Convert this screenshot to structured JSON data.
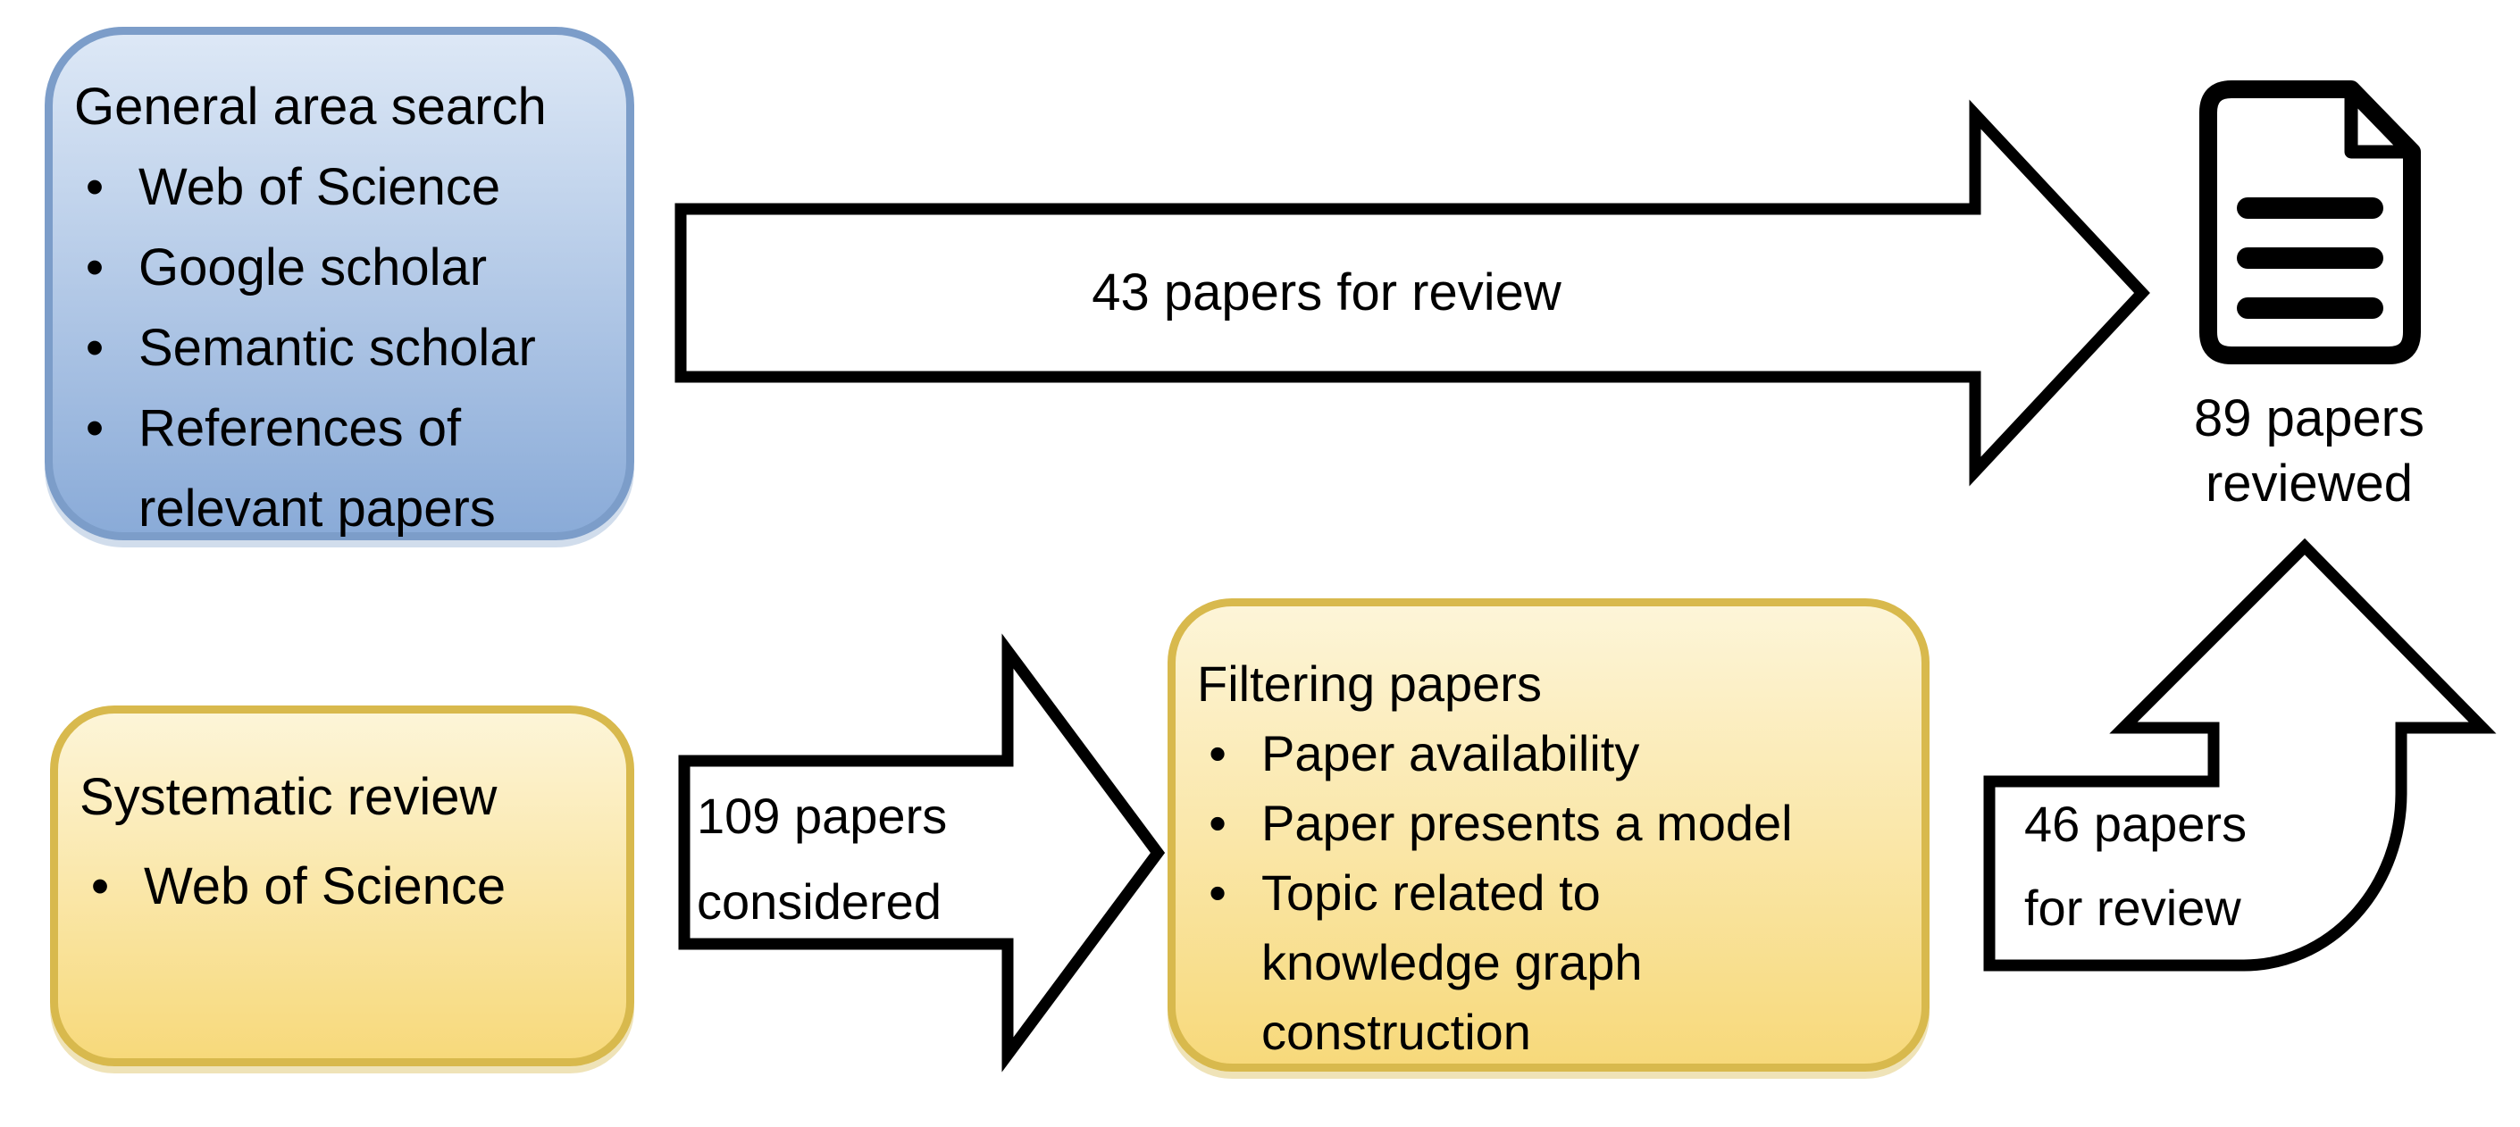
{
  "boxes": {
    "general": {
      "rows": [
        {
          "text": "General area search"
        },
        {
          "bullet": "•",
          "text": "Web of Science"
        },
        {
          "bullet": "•",
          "text": "Google scholar"
        },
        {
          "bullet": "•",
          "text": "Semantic scholar"
        },
        {
          "bullet": "•",
          "text": "References of"
        },
        {
          "text": "relevant papers"
        }
      ]
    },
    "systematic": {
      "rows": [
        {
          "text": "Systematic review"
        },
        {
          "bullet": "•",
          "text": "Web of Science"
        }
      ]
    },
    "filtering": {
      "rows": [
        {
          "text": "Filtering papers"
        },
        {
          "bullet": "•",
          "text": "Paper availability"
        },
        {
          "bullet": "•",
          "text": "Paper presents a model"
        },
        {
          "bullet": "•",
          "text": "Topic related to"
        },
        {
          "text": "knowledge graph"
        },
        {
          "text": "construction"
        }
      ]
    }
  },
  "arrows": {
    "arrow_43": {
      "label": "43 papers for review"
    },
    "arrow_109": {
      "line1": "109 papers",
      "line2": "considered"
    },
    "arrow_46": {
      "line1": "46 papers",
      "line2": "for review"
    }
  },
  "result": {
    "icon": "document-icon",
    "line1": "89 papers",
    "line2": "reviewed"
  },
  "colors": {
    "ink": "#000000",
    "paper": "#ffffff",
    "blue-border": "#7c9dc9",
    "blue-top": "#dde8f6",
    "blue-bottom": "#8aabd8",
    "gold-border": "#d8b94d",
    "gold-top": "#fdf5d8",
    "gold-bottom": "#f7d97b",
    "arrow-fill": "#ffffff"
  }
}
